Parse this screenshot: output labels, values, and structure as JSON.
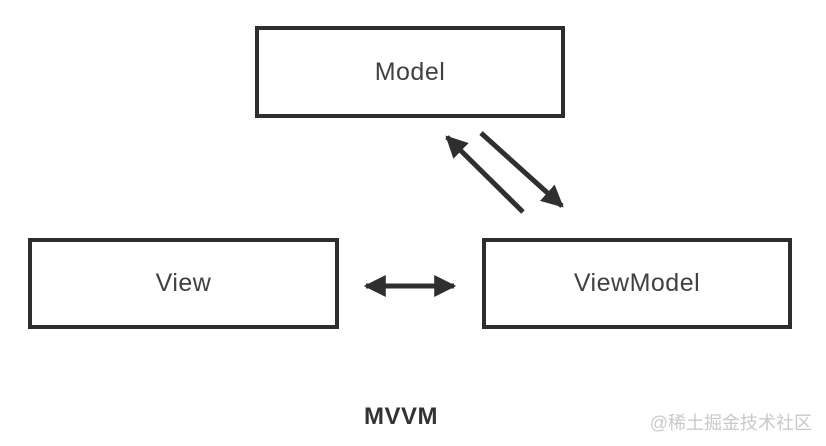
{
  "diagram": {
    "caption": "MVVM",
    "nodes": [
      {
        "id": "model",
        "label": "Model"
      },
      {
        "id": "view",
        "label": "View"
      },
      {
        "id": "viewmodel",
        "label": "ViewModel"
      }
    ],
    "edges": [
      {
        "id": "viewmodel-to-model",
        "from": "viewmodel",
        "to": "model",
        "direction": "up-left",
        "arrowheads": "single"
      },
      {
        "id": "model-to-viewmodel",
        "from": "model",
        "to": "viewmodel",
        "direction": "down-right",
        "arrowheads": "single"
      },
      {
        "id": "view-viewmodel",
        "from": "view",
        "to": "viewmodel",
        "direction": "horizontal",
        "arrowheads": "double"
      }
    ],
    "colors": {
      "line": "#2f2f2f",
      "box_border": "#2d2d2d",
      "label_text": "#414141",
      "caption_text": "#333333",
      "background": "#ffffff",
      "watermark": "#c9c9c9"
    }
  },
  "watermark": {
    "text": "@稀土掘金技术社区"
  }
}
